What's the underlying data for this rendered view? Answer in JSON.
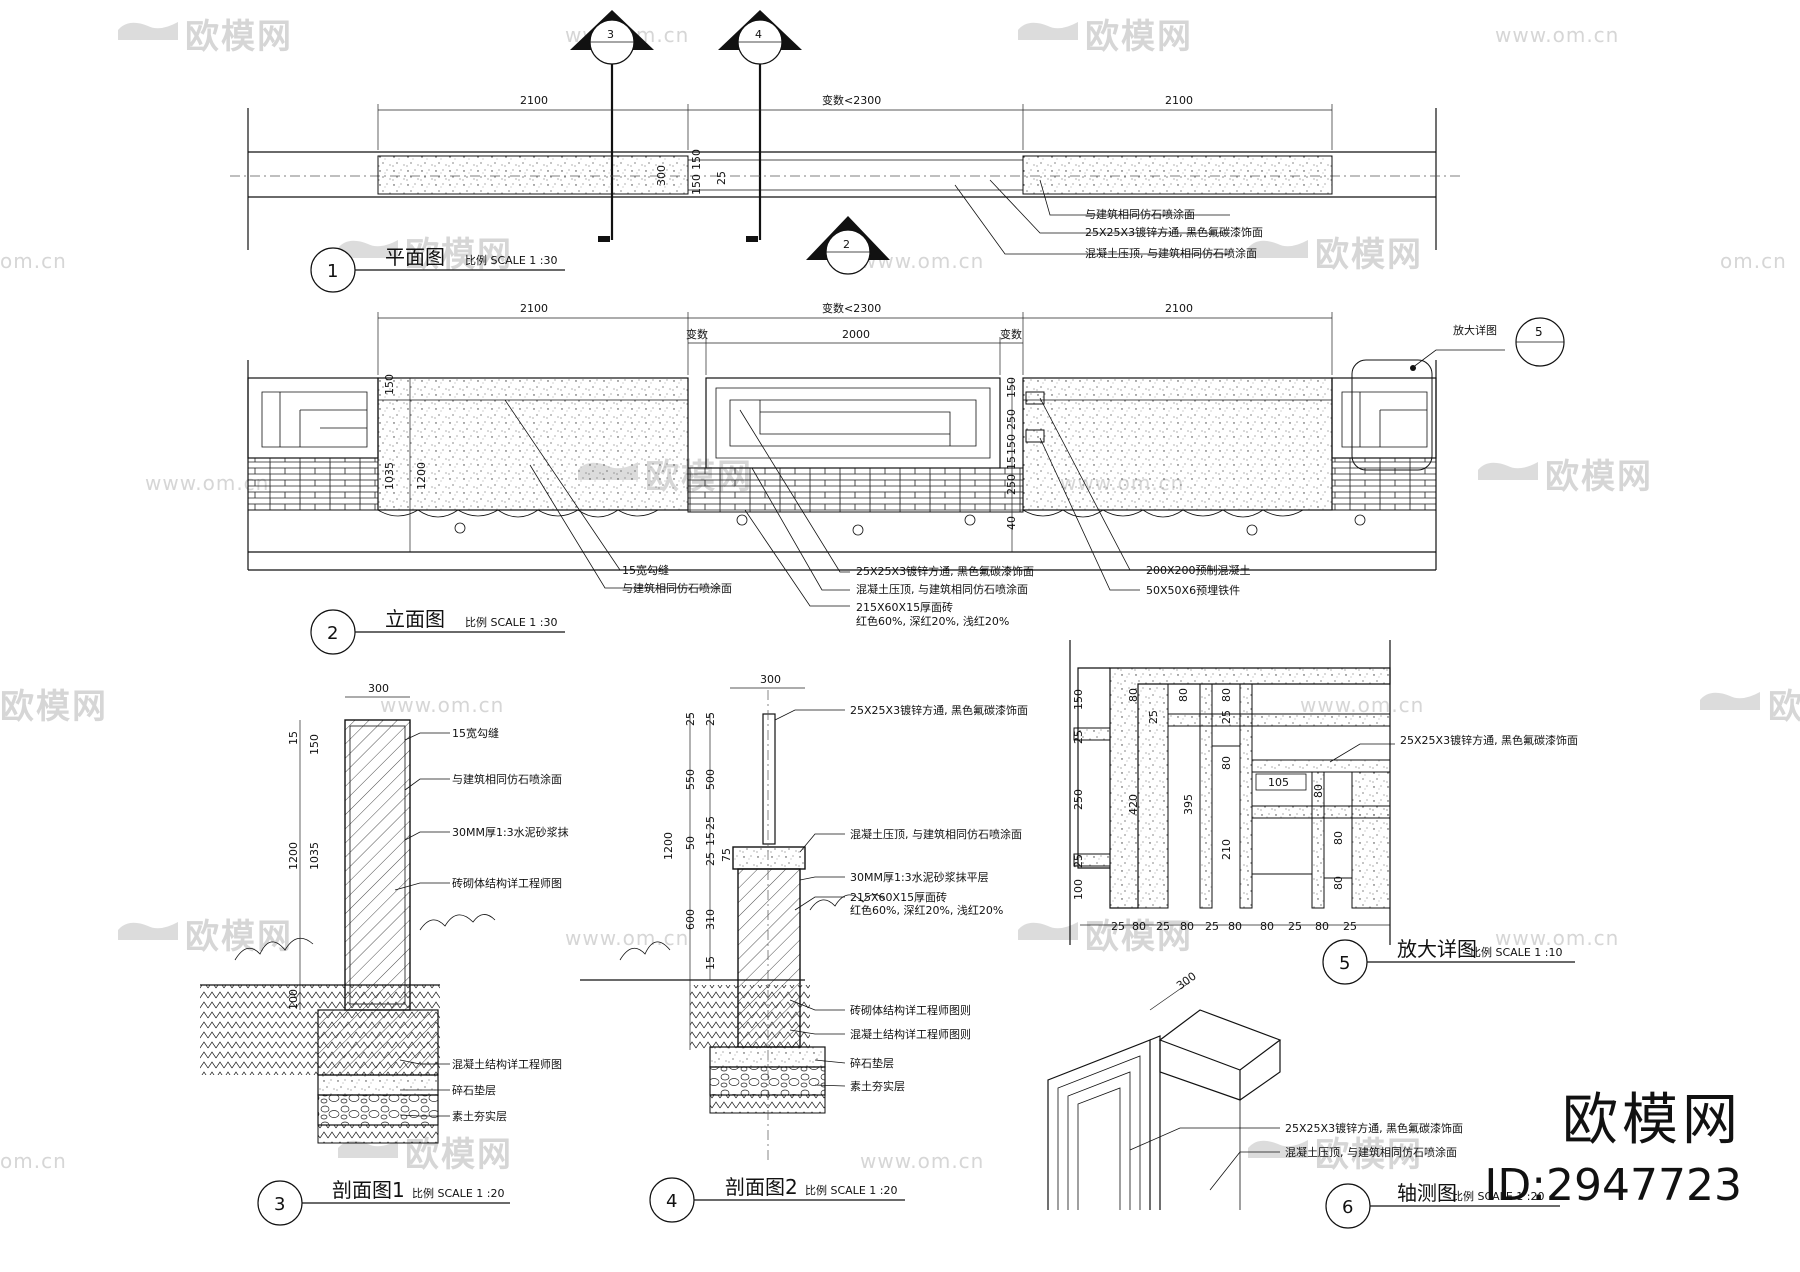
{
  "watermark": {
    "text": "欧模网",
    "url": "www.om.cn",
    "url_short": "om.cn"
  },
  "brand": {
    "logo": "欧模网",
    "id": "ID:2947723"
  },
  "views": [
    {
      "num": "1",
      "title": "平面图",
      "scale": "比例 SCALE 1 :30"
    },
    {
      "num": "2",
      "title": "立面图",
      "scale": "比例 SCALE 1 :30"
    },
    {
      "num": "3",
      "title": "剖面图1",
      "scale": "比例 SCALE 1 :20"
    },
    {
      "num": "4",
      "title": "剖面图2",
      "scale": "比例 SCALE 1 :20"
    },
    {
      "num": "5",
      "title": "放大详图",
      "scale": "比例 SCALE 1 :10"
    },
    {
      "num": "6",
      "title": "轴测图",
      "scale": "比例 SCALE 1 :20"
    }
  ],
  "section_marks": [
    {
      "num": "3"
    },
    {
      "num": "4"
    },
    {
      "num": "2"
    }
  ],
  "detail_callout": {
    "label": "放大详图",
    "num": "5"
  },
  "plan": {
    "dims_top": [
      "2100",
      "变数<2300",
      "2100"
    ],
    "dims_side": [
      "300",
      "150",
      "150",
      "25"
    ],
    "notes": [
      "与建筑相同仿石喷涂面",
      "25X25X3镀锌方通, 黑色氟碳漆饰面",
      "混凝土压顶, 与建筑相同仿石喷涂面"
    ]
  },
  "elevation": {
    "dims_top": [
      "2100",
      "变数<2300",
      "2100"
    ],
    "dims_mid": [
      "变数",
      "2000",
      "变数"
    ],
    "dims_left": [
      "150",
      "1035",
      "1200"
    ],
    "dims_right": [
      "150",
      "250",
      "150",
      "15",
      "250",
      "40"
    ],
    "notes_left": [
      "15宽勾缝",
      "与建筑相同仿石喷涂面"
    ],
    "notes_mid": [
      "25X25X3镀锌方通, 黑色氟碳漆饰面",
      "混凝土压顶, 与建筑相同仿石喷涂面",
      "215X60X15厚面砖",
      "红色60%, 深红20%, 浅红20%"
    ],
    "notes_right": [
      "200X200预制混凝土",
      "50X50X6预埋铁件"
    ]
  },
  "section1": {
    "dims_top": [
      "300"
    ],
    "dims_left": [
      "15",
      "150",
      "1200",
      "1035",
      "100"
    ],
    "notes": [
      "15宽勾缝",
      "与建筑相同仿石喷涂面",
      "30MM厚1:3水泥砂浆抹",
      "砖砌体结构详工程师图",
      "混凝土结构详工程师图",
      "碎石垫层",
      "素土夯实层"
    ]
  },
  "section2": {
    "dims_top": [
      "300"
    ],
    "dims_left": [
      "25",
      "25",
      "550",
      "500",
      "25",
      "1200",
      "50",
      "15",
      "25",
      "75",
      "600",
      "310",
      "15"
    ],
    "notes": [
      "25X25X3镀锌方通, 黑色氟碳漆饰面",
      "混凝土压顶, 与建筑相同仿石喷涂面",
      "30MM厚1:3水泥砂浆抹平层",
      "215X60X15厚面砖",
      "红色60%, 深红20%, 浅红20%",
      "砖砌体结构详工程师图则",
      "混凝土结构详工程师图则",
      "碎石垫层",
      "素土夯实层"
    ]
  },
  "detail": {
    "dims_left": [
      "150",
      "25",
      "250",
      "25",
      "100"
    ],
    "dims_inner": [
      "80",
      "80",
      "25",
      "25",
      "80",
      "80",
      "420",
      "395",
      "210",
      "80",
      "80",
      "80",
      "105"
    ],
    "dims_bottom": [
      "25",
      "80",
      "25",
      "80",
      "25",
      "80",
      "80",
      "25",
      "80",
      "25"
    ],
    "note": "25X25X3镀锌方通, 黑色氟碳漆饰面"
  },
  "axon": {
    "dim": "300",
    "notes": [
      "25X25X3镀锌方通, 黑色氟碳漆饰面",
      "混凝土压顶, 与建筑相同仿石喷涂面"
    ]
  }
}
